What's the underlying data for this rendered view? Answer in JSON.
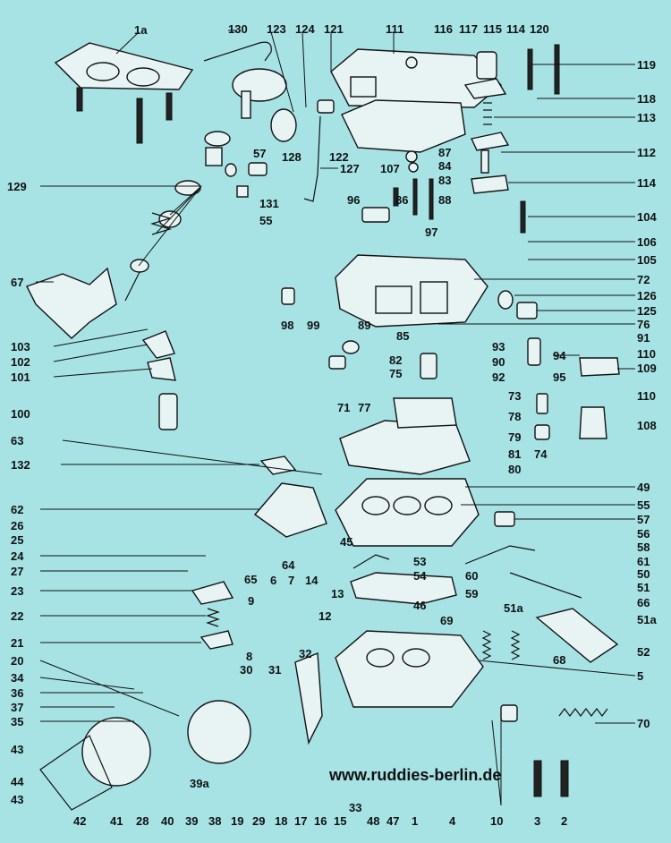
{
  "diagram": {
    "watermark": "www.ruddies-berlin.de",
    "background_color": "#a7e3e5",
    "line_color": "#111111",
    "labels": [
      "1a",
      "130",
      "123",
      "124",
      "121",
      "111",
      "116",
      "117",
      "115",
      "114",
      "120",
      "119",
      "118",
      "113",
      "112",
      "114",
      "128",
      "122",
      "127",
      "57",
      "129",
      "131",
      "55",
      "87",
      "84",
      "83",
      "107",
      "86",
      "96",
      "88",
      "97",
      "104",
      "106",
      "105",
      "67",
      "72",
      "126",
      "125",
      "98",
      "99",
      "89",
      "85",
      "76",
      "103",
      "102",
      "101",
      "82",
      "75",
      "93",
      "90",
      "92",
      "91",
      "94",
      "95",
      "110",
      "109",
      "100",
      "73",
      "110",
      "108",
      "71",
      "77",
      "78",
      "79",
      "81",
      "74",
      "80",
      "63",
      "132",
      "49",
      "62",
      "55",
      "57",
      "26",
      "25",
      "56",
      "58",
      "24",
      "27",
      "65",
      "64",
      "45",
      "53",
      "54",
      "61",
      "60",
      "50",
      "51",
      "23",
      "59",
      "51a",
      "66",
      "6",
      "7",
      "14",
      "13",
      "9",
      "12",
      "22",
      "46",
      "69",
      "51a",
      "21",
      "8",
      "32",
      "68",
      "52",
      "5",
      "20",
      "34",
      "30",
      "31",
      "36",
      "37",
      "35",
      "70",
      "43",
      "44",
      "43",
      "42",
      "41",
      "28",
      "40",
      "39",
      "38",
      "39a",
      "19",
      "29",
      "18",
      "17",
      "16",
      "15",
      "33",
      "48",
      "47",
      "1",
      "4",
      "10",
      "3",
      "2"
    ]
  }
}
